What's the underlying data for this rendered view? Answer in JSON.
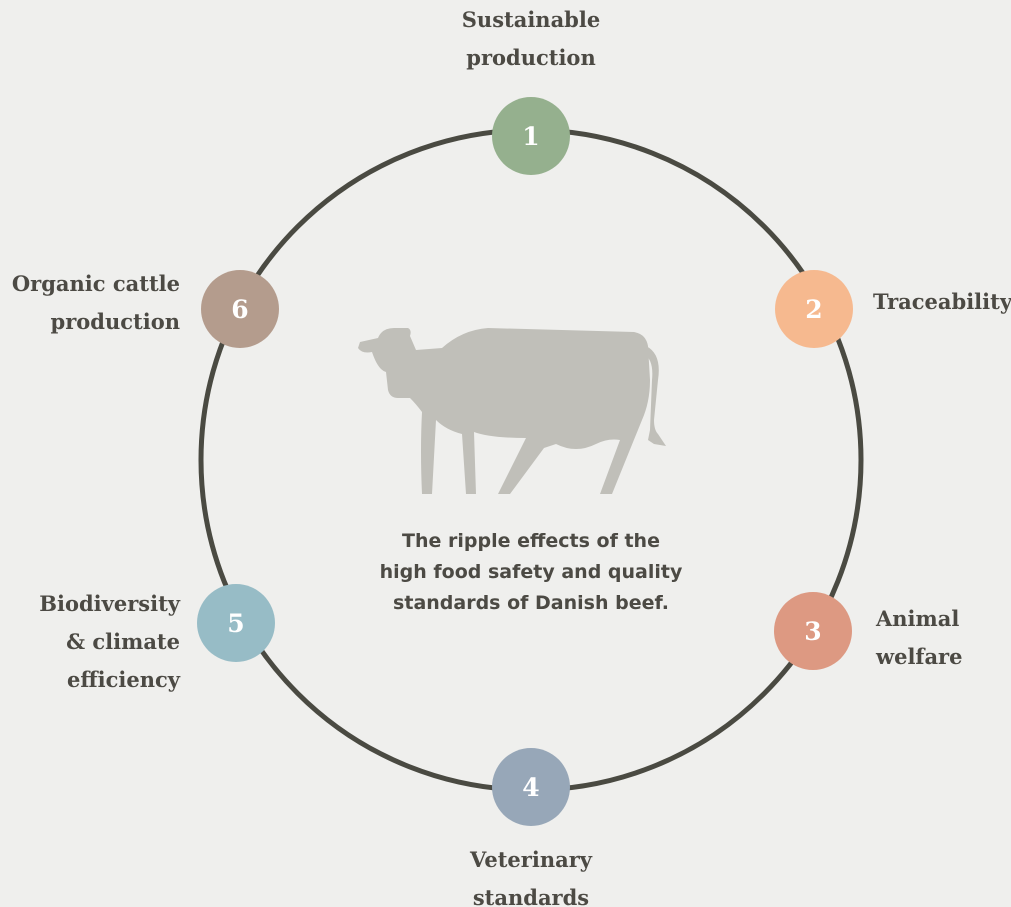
{
  "diagram": {
    "center_text": "The ripple effects of the\nhigh food safety and quality\nstandards of Danish beef.",
    "cow_icon": "cow-silhouette-icon",
    "ring_color": "#4a4a42",
    "items": [
      {
        "number": "1",
        "label": "Sustainable\nproduction",
        "color": "#95b08e"
      },
      {
        "number": "2",
        "label": "Traceability",
        "color": "#f6b98f"
      },
      {
        "number": "3",
        "label": "Animal\nwelfare",
        "color": "#dd9982"
      },
      {
        "number": "4",
        "label": "Veterinary\nstandards",
        "color": "#97a7b8"
      },
      {
        "number": "5",
        "label": "Biodiversity\n& climate\nefficiency",
        "color": "#97bcc6"
      },
      {
        "number": "6",
        "label": "Organic cattle\nproduction",
        "color": "#b49c8d"
      }
    ]
  }
}
